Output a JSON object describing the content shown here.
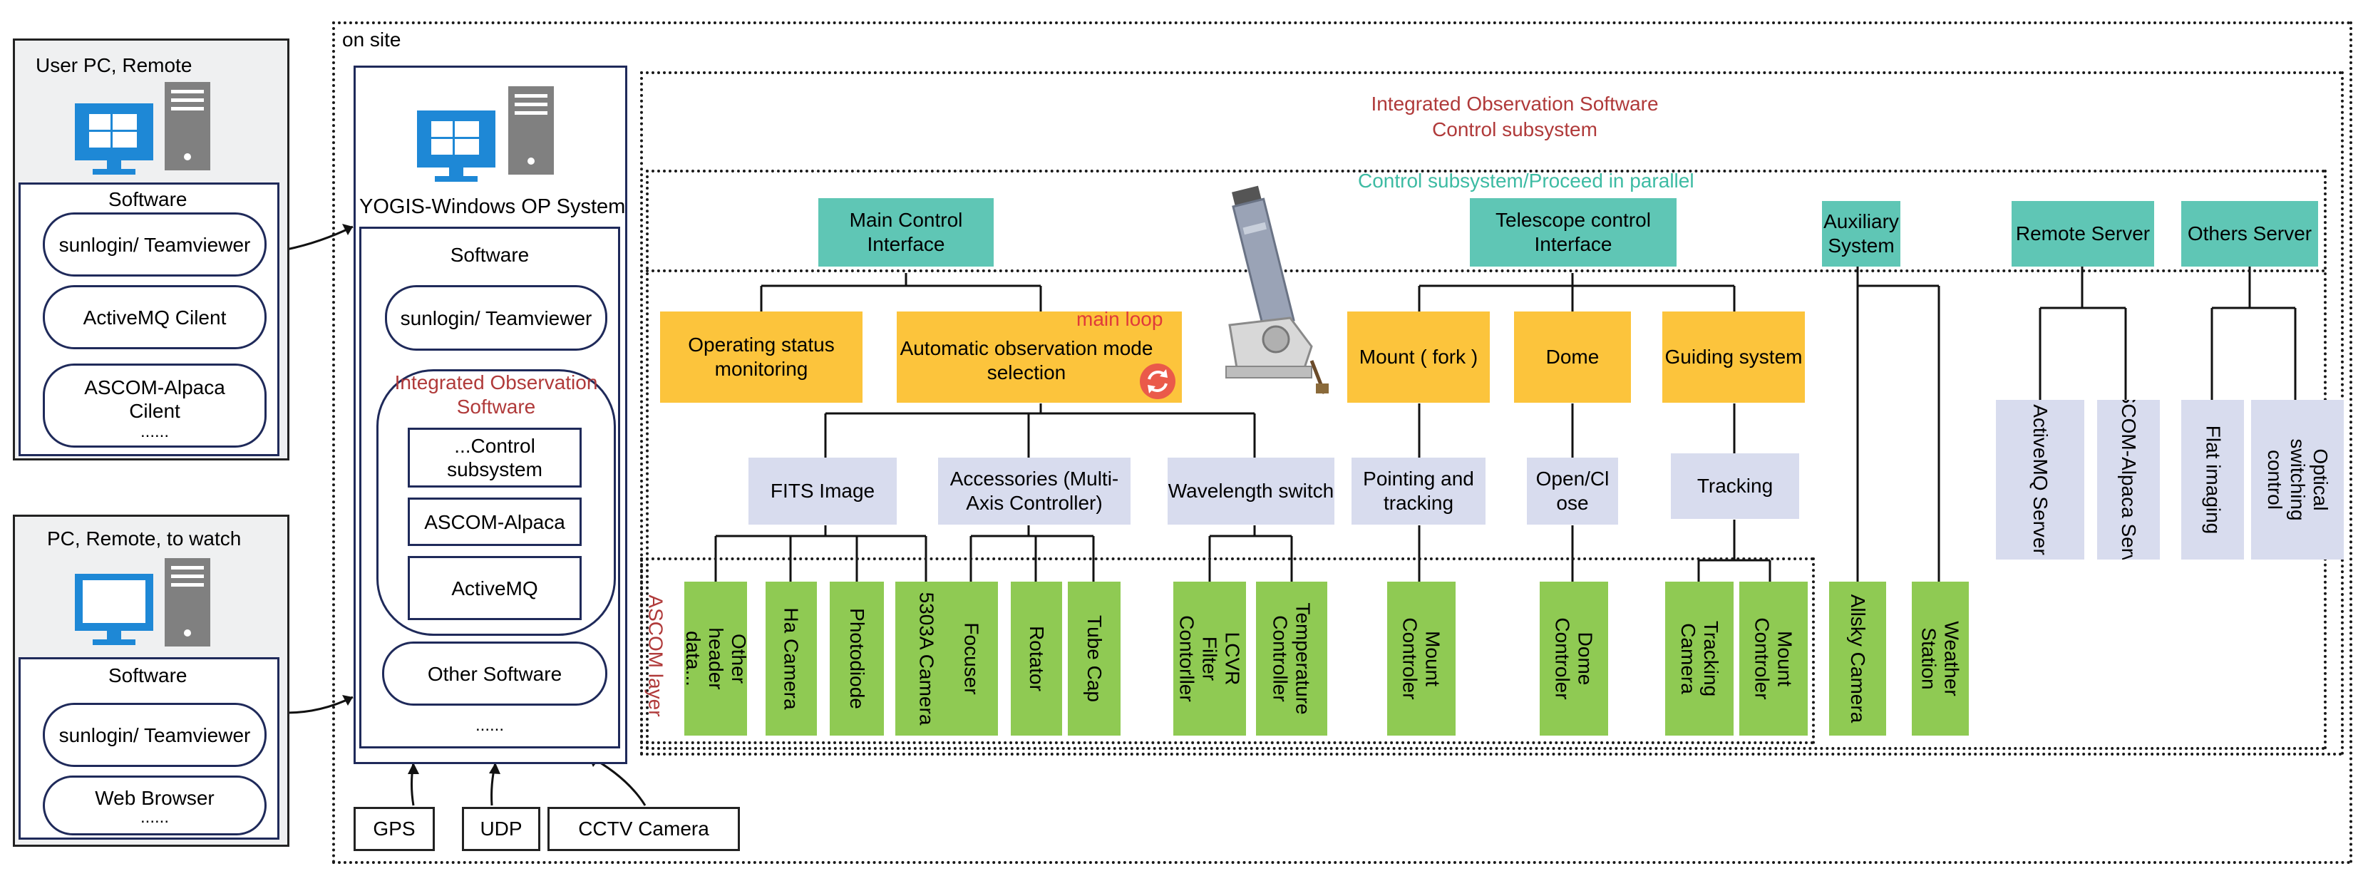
{
  "on_site_label": "on site",
  "user_pc_remote": {
    "title": "User PC, Remote",
    "software_title": "Software",
    "items": [
      "sunlogin/ Teamviewer",
      "ActiveMQ Cilent",
      "ASCOM-Alpaca Cilent"
    ],
    "more": "......"
  },
  "pc_watch": {
    "title": "PC, Remote, to watch",
    "software_title": "Software",
    "items": [
      "sunlogin/ Teamviewer",
      "Web Browser"
    ],
    "more": "......"
  },
  "yogis": {
    "title": "YOGIS-Windows OP System",
    "software_title": "Software",
    "sunlogin": "sunlogin/ Teamviewer",
    "integrated_title": "Integrated Observation Software",
    "modules": [
      "...Control subsystem",
      "ASCOM-Alpaca",
      "ActiveMQ"
    ],
    "other": "Other Software",
    "more": "......"
  },
  "bottom_devices": [
    "GPS",
    "UDP",
    "CCTV Camera"
  ],
  "ios_title": "Integrated Observation Software\nControl subsystem",
  "parallel_label": "Control subsystem/Proceed in parallel",
  "ascom_layer": "ASCOM layer",
  "main_loop": "main loop",
  "top_nodes": {
    "main_control": "Main Control Interface",
    "telescope_control": "Telescope control Interface",
    "auxiliary": "Auxiliary System",
    "remote_server": "Remote Server",
    "others_server": "Others Server"
  },
  "yellow_nodes": {
    "operating_status": "Operating status monitoring",
    "automatic_mode": "Automatic observation mode selection",
    "mount": "Mount ( fork )",
    "dome": "Dome",
    "guiding": "Guiding system"
  },
  "lav_nodes": {
    "fits": "FITS Image",
    "accessories": "Accessories (Multi-Axis Controller)",
    "wavelength": "Wavelength switch",
    "pointing": "Pointing and tracking",
    "openclose": "Open/Cl ose",
    "tracking": "Tracking"
  },
  "remote_children": [
    "ActiveMQ Server",
    "ASCOM-Alpaca Server"
  ],
  "others_children": [
    "Flat imaging",
    "Optical switching control"
  ],
  "green_devices": {
    "fits": [
      "Other header data...",
      "Ha Camera",
      "Photodiode",
      "5303A Camera"
    ],
    "accessories": [
      "Focuser",
      "Rotator",
      "Tube Cap"
    ],
    "wavelength": [
      "LCVR Filter Contorller",
      "Temperature Controller"
    ],
    "mount": "Mount Controler",
    "dome": "Dome Controler",
    "guiding": [
      "Tracking Camera",
      "Mount Controler"
    ],
    "auxiliary": [
      "Allsky Camera",
      "Weather Station"
    ]
  },
  "colors": {
    "teal": "#5fc6b5",
    "yellow": "#fcc43c",
    "lavender": "#d8dcee",
    "green": "#8fca53",
    "title_red": "#b03a3a",
    "parallel_teal": "#3dbba3"
  }
}
